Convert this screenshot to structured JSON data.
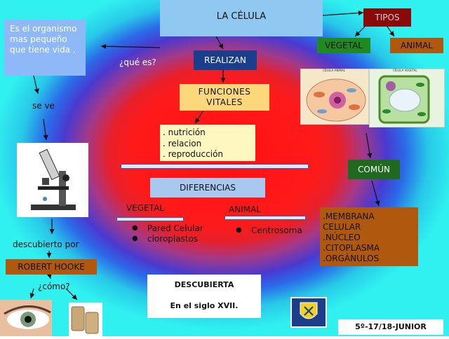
{
  "title": "LA CÉLULA",
  "definition": "Es el organismo mas pequeño que tiene vida .",
  "what_is": "¿qué es?",
  "se_ve": "se ve",
  "realizan": "REALIZAN",
  "funciones": "FUNCIONES VITALES",
  "functions_list": [
    ". nutrición",
    ". relacion",
    ". reproducción"
  ],
  "tipos": "TIPOS",
  "vegetal_type": "VEGETAL",
  "animal_type": "ANIMAL",
  "comun": "COMÚN",
  "common_list": [
    ".MEMBRANA",
    "CELULAR",
    ".NÚCLEO",
    ".CITOPLASMA",
    ".ORGÁNULOS"
  ],
  "diferencias": "DIFERENCIAS",
  "diff_vegetal": "VEGETAL",
  "diff_animal": "ANIMAL",
  "vegetal_items": [
    "Pared Celular",
    "cloroplastos"
  ],
  "animal_items": [
    "Centrosoma"
  ],
  "descubierto_por": "descubierto por",
  "robert": "ROBERT HOOKE",
  "como": "¿cómo?",
  "descubierta": "DESCUBIERTA",
  "siglo": "En el siglo XVII.",
  "grade": "5º-17/18-JUNIOR",
  "cell_label_animal": "CÉLULA ANIMAL",
  "cell_label_plant": "CÉLULA VEGETAL",
  "colors": {
    "title_box": "#8fc8f0",
    "realizan_box": "#1a3e8a",
    "funciones_box": "#fcd87a",
    "list_box": "#fff6c0",
    "tipos_box": "#8a0a0a",
    "vegetal_box": "#1f8a1f",
    "animal_box": "#b0580e",
    "comun_box": "#1f6a1f",
    "common_box": "#b0580e",
    "diferencias_box": "#a8c8f0",
    "robert_box": "#b0580e",
    "definition_box": "#8fb8f8"
  }
}
